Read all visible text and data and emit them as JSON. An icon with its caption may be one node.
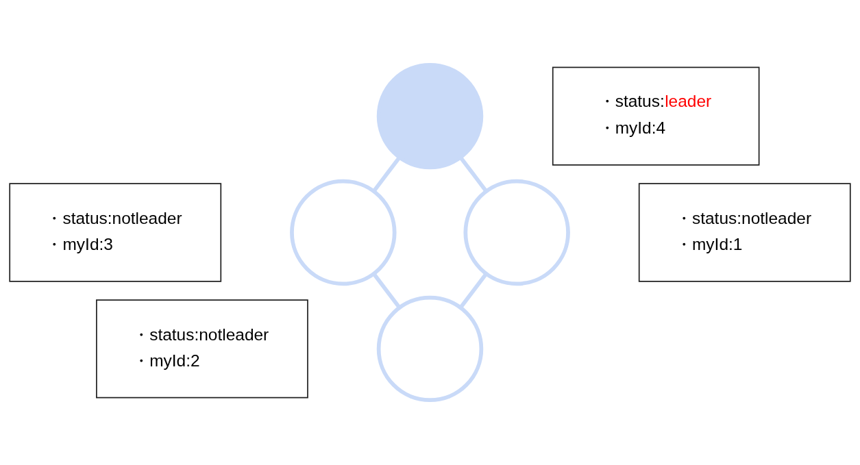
{
  "diagram": {
    "nodes": [
      {
        "text": [
          "・status:leader",
          "・myId:4"
        ]
      },
      {
        "text": [],
        "shape": "circle"
      },
      {
        "text": [
          "・status:notleader",
          "・myId:3"
        ]
      },
      {
        "text": [],
        "shape": "circle"
      },
      {
        "text": [
          "・status:notleader",
          "・myId:1"
        ]
      },
      {
        "text": [],
        "shape": "circle"
      },
      {
        "text": [],
        "shape": "circle"
      },
      {
        "text": [
          "・status:notleader",
          "・myId:2"
        ]
      }
    ],
    "edges": [
      {
        "from": 1,
        "to": 3,
        "arrow": "none"
      },
      {
        "from": 1,
        "to": 5,
        "arrow": "none"
      },
      {
        "from": 3,
        "to": 6,
        "arrow": "none"
      },
      {
        "from": 5,
        "to": 6,
        "arrow": "none"
      }
    ]
  }
}
